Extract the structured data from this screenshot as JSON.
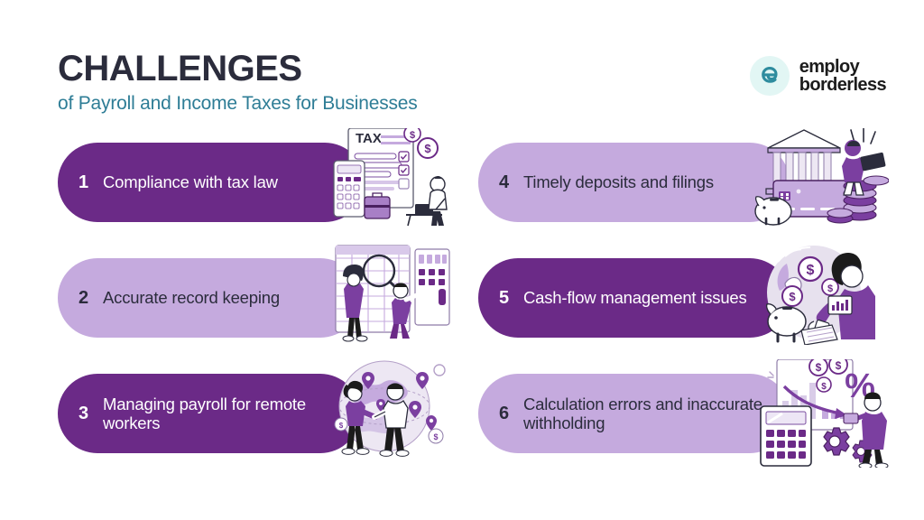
{
  "header": {
    "title": "CHALLENGES",
    "subtitle": "of Payroll and Income Taxes for Businesses"
  },
  "logo": {
    "mark_icon": "employ-borderless-e-icon",
    "line1": "employ",
    "line2": "borderless"
  },
  "colors": {
    "dark_purple": "#6B2A87",
    "light_purple": "#C5AADE",
    "teal": "#2E7D96",
    "title_dark": "#2B2C3C",
    "logo_mint": "#E2F6F4"
  },
  "items": [
    {
      "number": "1",
      "label": "Compliance with tax law",
      "style": "dark",
      "illustration": "tax-form-calculator-person-at-desk-illustration"
    },
    {
      "number": "2",
      "label": "Accurate record keeping",
      "style": "light",
      "illustration": "spreadsheet-magnifier-two-people-illustration"
    },
    {
      "number": "3",
      "label": "Managing payroll for remote workers",
      "style": "dark",
      "illustration": "globe-map-pins-two-people-illustration"
    },
    {
      "number": "4",
      "label": "Timely deposits and filings",
      "style": "light",
      "illustration": "bank-card-coins-piggy-bank-illustration"
    },
    {
      "number": "5",
      "label": "Cash-flow management issues",
      "style": "dark",
      "illustration": "coins-piggy-bank-person-illustration"
    },
    {
      "number": "6",
      "label": "Calculation errors and inaccurate withholding",
      "style": "light",
      "illustration": "calculator-percent-chart-gears-illustration"
    }
  ]
}
